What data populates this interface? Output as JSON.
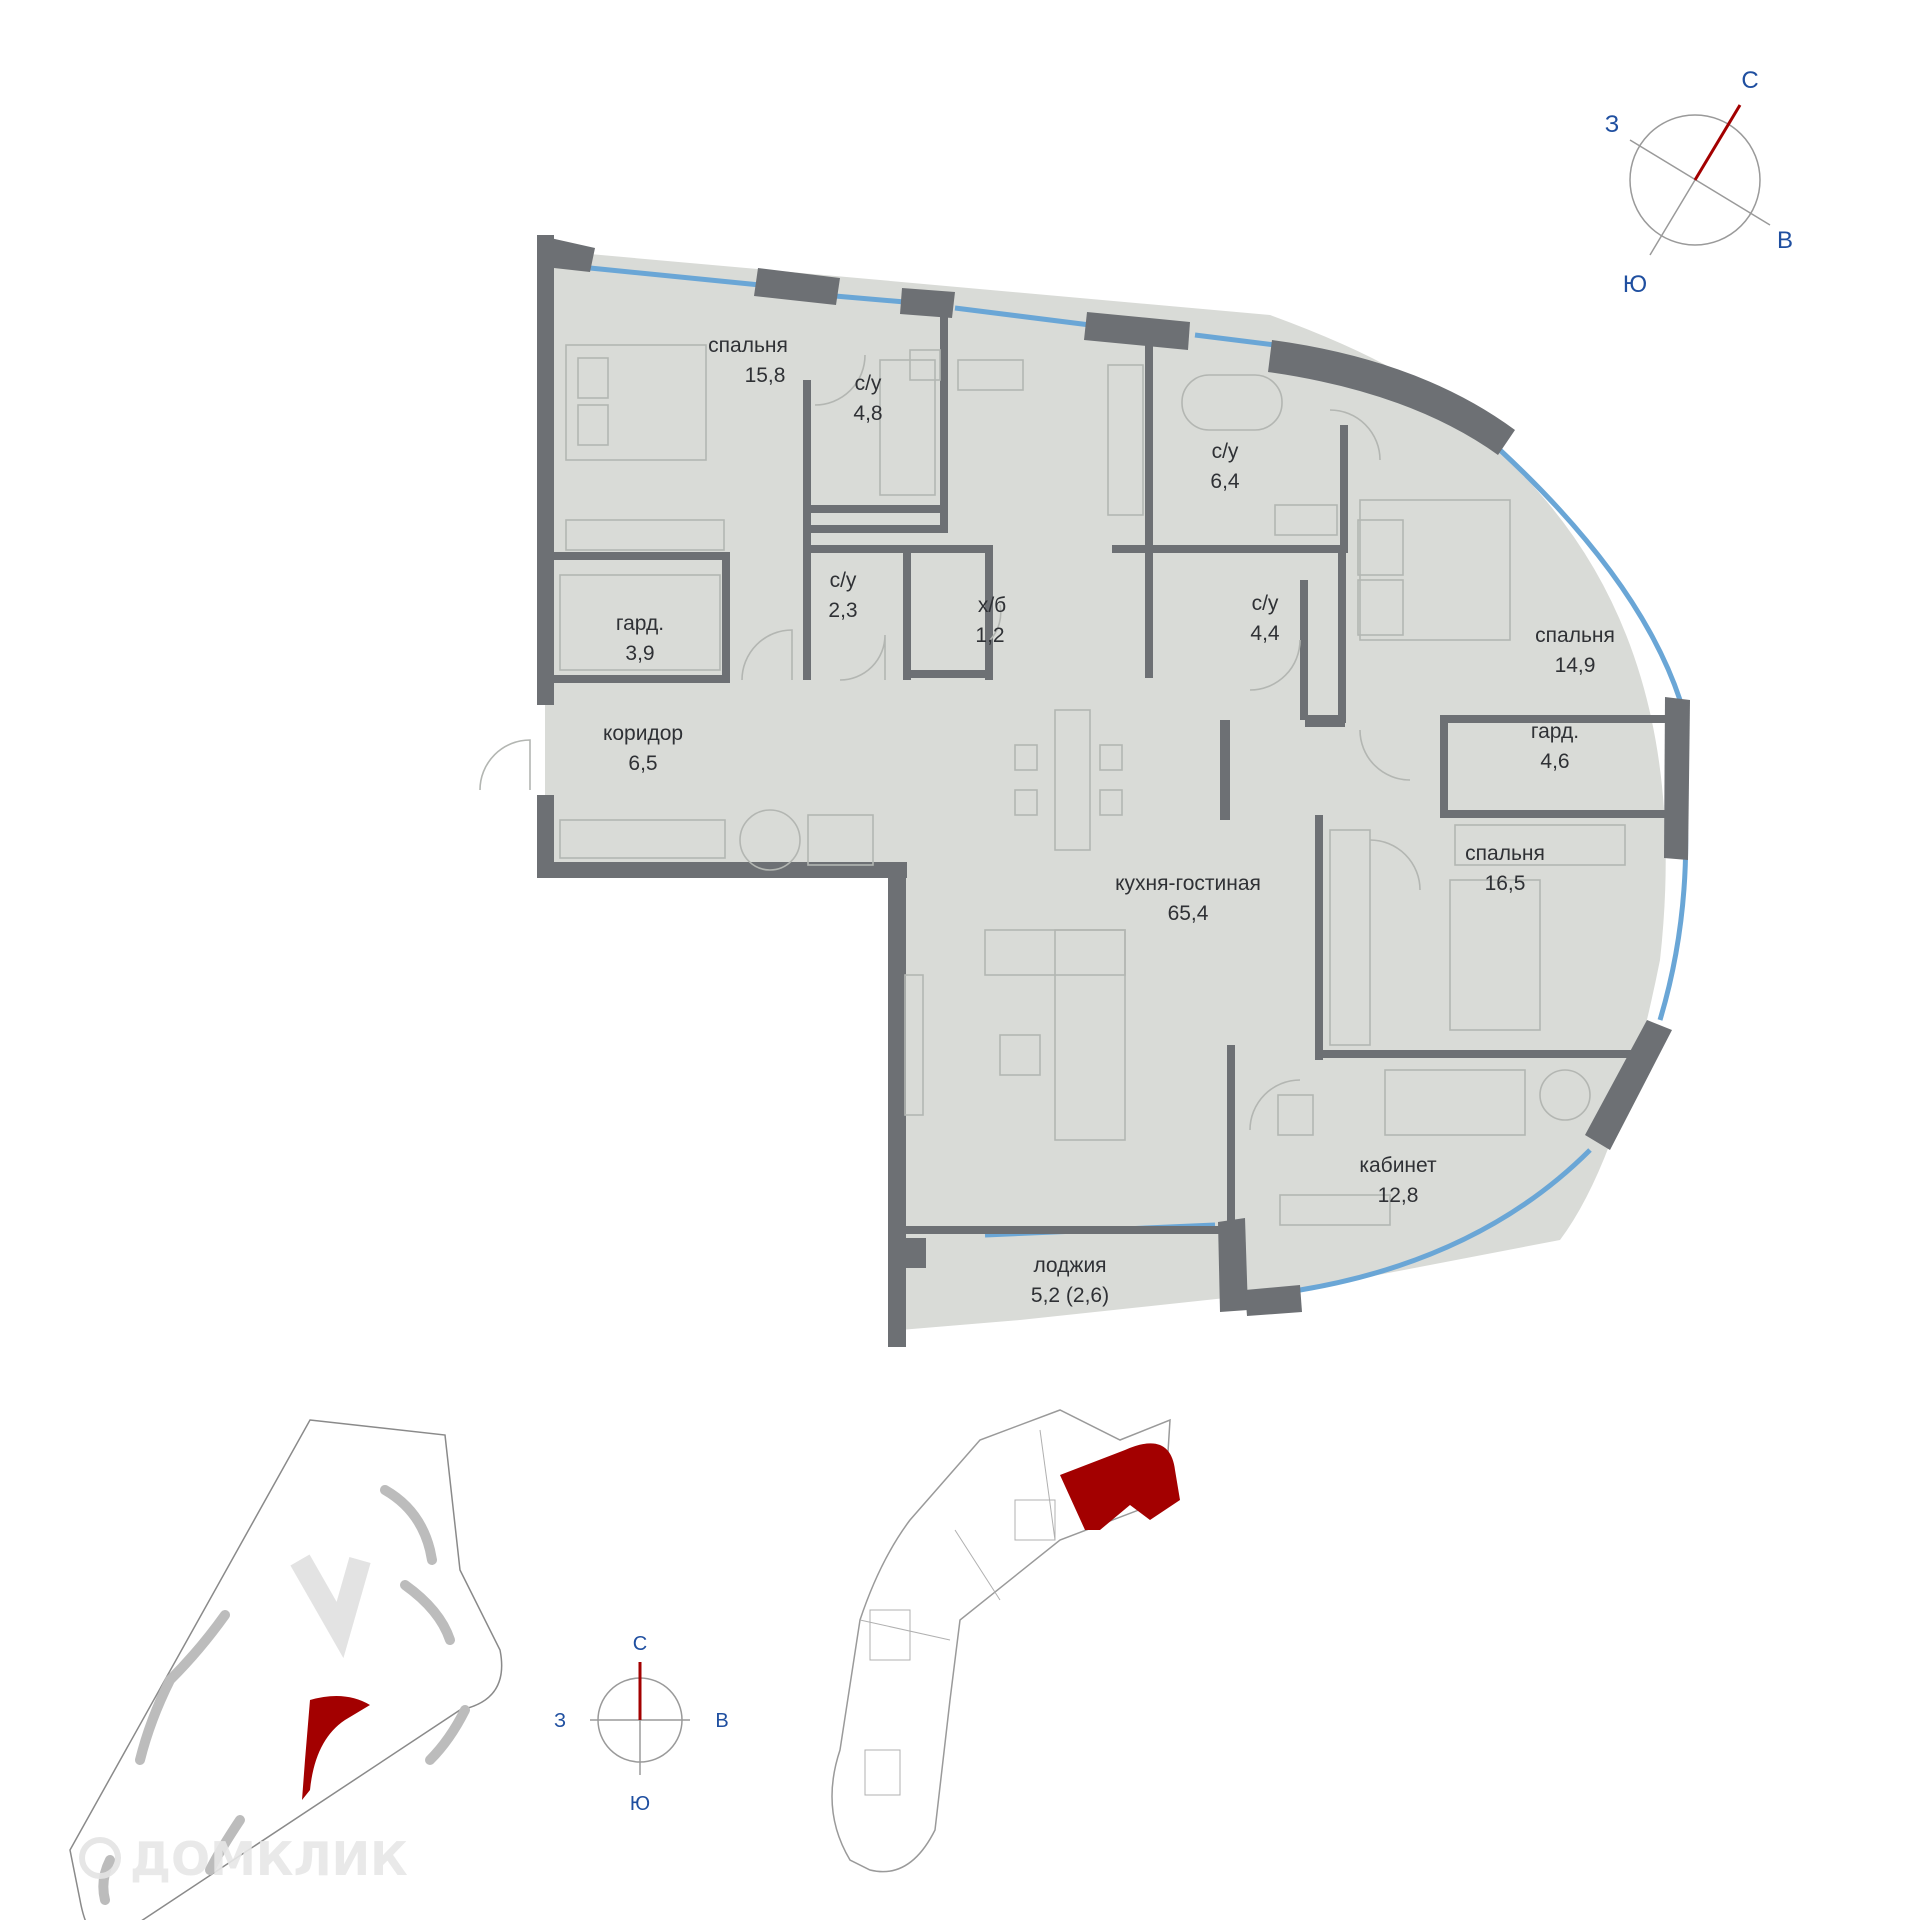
{
  "rooms": [
    {
      "id": "bedroom1",
      "name": "спальня",
      "area": "15,8"
    },
    {
      "id": "bath1",
      "name": "с/у",
      "area": "4,8"
    },
    {
      "id": "bath2",
      "name": "с/у",
      "area": "6,4"
    },
    {
      "id": "bath3",
      "name": "с/у",
      "area": "2,3"
    },
    {
      "id": "storage",
      "name": "х/б",
      "area": "1,2"
    },
    {
      "id": "bath4",
      "name": "с/у",
      "area": "4,4"
    },
    {
      "id": "wardrobe1",
      "name": "гард.",
      "area": "3,9"
    },
    {
      "id": "bedroom2",
      "name": "спальня",
      "area": "14,9"
    },
    {
      "id": "corridor",
      "name": "коридор",
      "area": "6,5"
    },
    {
      "id": "wardrobe2",
      "name": "гард.",
      "area": "4,6"
    },
    {
      "id": "bedroom3",
      "name": "спальня",
      "area": "16,5"
    },
    {
      "id": "kitchen_living",
      "name": "кухня-гостиная",
      "area": "65,4"
    },
    {
      "id": "study",
      "name": "кабинет",
      "area": "12,8"
    },
    {
      "id": "loggia",
      "name": "лоджия",
      "area": "5,2 (2,6)"
    }
  ],
  "compass_top": {
    "north": "С",
    "south": "Ю",
    "east": "В",
    "west": "З"
  },
  "compass_bottom": {
    "north": "С",
    "south": "Ю",
    "east": "В",
    "west": "З"
  },
  "watermark": "ДОМКЛИК",
  "colors": {
    "wall": "#6d7074",
    "floor": "#d9dbd7",
    "window": "#6aa6d6",
    "accent": "#a30000",
    "compass_text": "#1f4fa0"
  }
}
